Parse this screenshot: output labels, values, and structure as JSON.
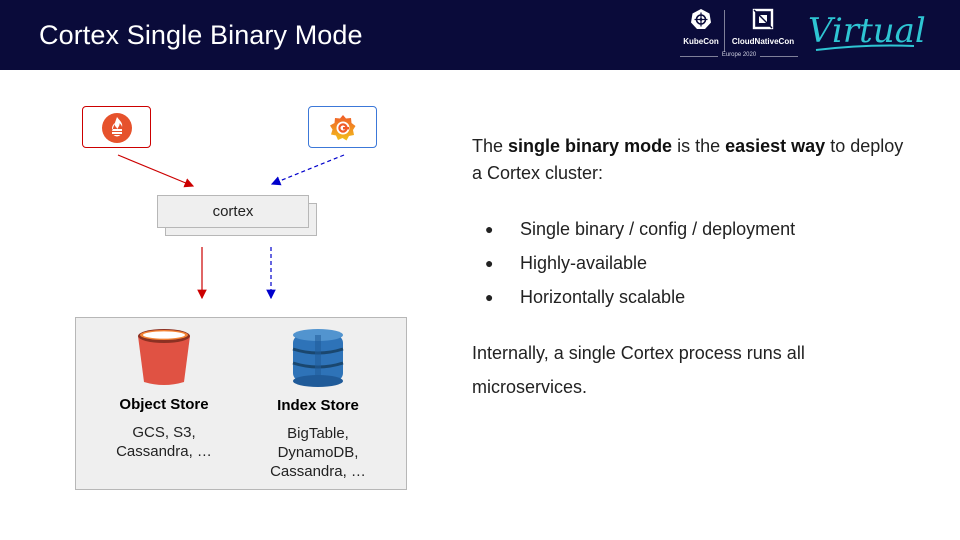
{
  "header": {
    "title": "Cortex Single Binary Mode",
    "brand": {
      "kubecon": "KubeCon",
      "cloudnativecon": "CloudNativeCon",
      "event": "Europe 2020",
      "virtual": "Virtual"
    }
  },
  "diagram": {
    "sources": [
      {
        "name": "prometheus",
        "icon": "prometheus-icon",
        "color": "#cc0000"
      },
      {
        "name": "grafana",
        "icon": "grafana-icon",
        "color": "#3c78d8"
      }
    ],
    "cortex_label": "cortex",
    "stores": {
      "object": {
        "title": "Object Store",
        "desc": "GCS, S3,\nCassandra, …"
      },
      "index": {
        "title": "Index Store",
        "desc": "BigTable,\nDynamoDB,\nCassandra, …"
      }
    },
    "colors": {
      "write_path": "#cc0000",
      "read_path": "#0000cc",
      "panel_bg": "#efefef",
      "header_bg": "#0a0b3a"
    }
  },
  "content": {
    "intro": {
      "p1": "The ",
      "b1": "single binary mode",
      "p2": " is the ",
      "b2": "easiest way",
      "p3": " to deploy a Cortex cluster:"
    },
    "bullets": [
      "Single binary / config / deployment",
      "Highly-available",
      "Horizontally scalable"
    ],
    "bullet_glyph": "●",
    "outro": "Internally, a single Cortex process runs all microservices."
  }
}
